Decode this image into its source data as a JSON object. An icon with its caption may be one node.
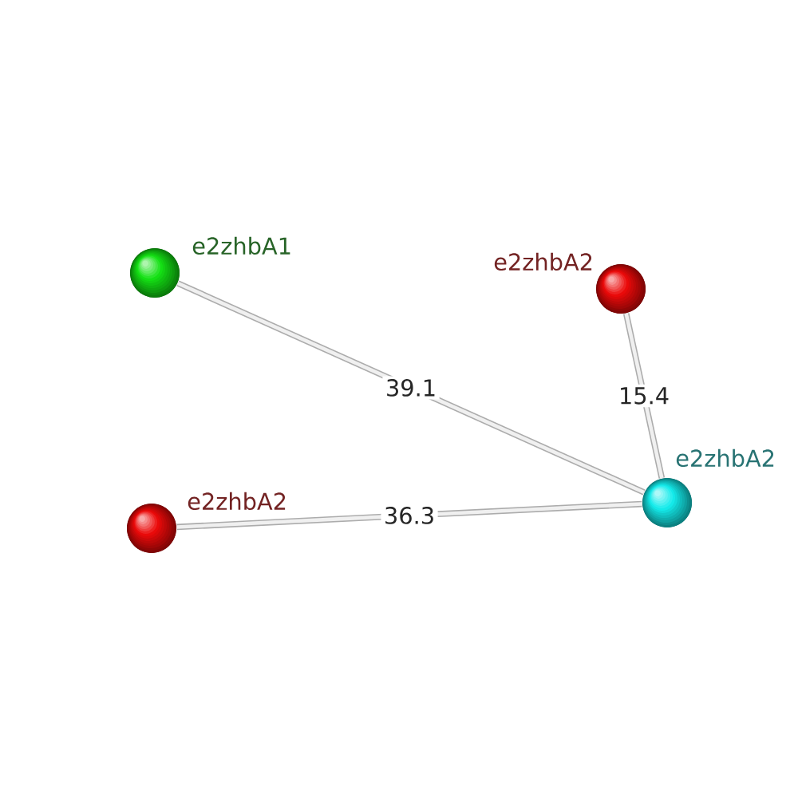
{
  "diagram": {
    "nodes": [
      {
        "text": [],
        "shape": "circle",
        "beside": [
          "e2zhbA1"
        ]
      },
      {
        "text": [],
        "shape": "circle",
        "beside": [
          "e2zhbA2"
        ]
      },
      {
        "text": [],
        "shape": "circle",
        "beside": [
          "e2zhbA2"
        ]
      },
      {
        "text": [],
        "shape": "circle",
        "beside": [
          "e2zhbA2"
        ]
      }
    ],
    "edges": [
      {
        "from": 0,
        "to": 2,
        "arrow": "none",
        "label": "39.1"
      },
      {
        "from": 1,
        "to": 2,
        "arrow": "none",
        "label": "15.4"
      },
      {
        "from": 3,
        "to": 2,
        "arrow": "none",
        "label": "36.3"
      }
    ]
  }
}
